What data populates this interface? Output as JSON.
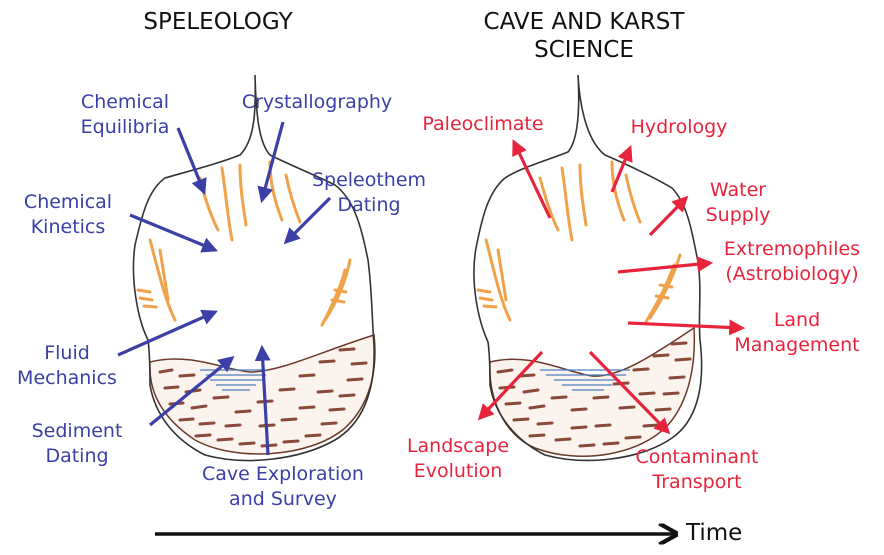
{
  "colors": {
    "speleology_text": "#3b3fa6",
    "speleology_arrows": "#3b3fa6",
    "karst_text": "#e8243c",
    "karst_arrows": "#e8243c",
    "cave_outline": "#333333",
    "speleothems": "#f0a24a",
    "sediment": "#8a4a3a",
    "water": "#4a7fc1"
  },
  "left_panel": {
    "title": "SPELEOLOGY",
    "labels": {
      "chemical_equilibria": "Chemical\nEquilibria",
      "crystallography": "Crystallography",
      "chemical_kinetics": "Chemical\nKinetics",
      "speleothem_dating": "Speleothem\nDating",
      "fluid_mechanics": "Fluid\nMechanics",
      "sediment_dating": "Sediment\nDating",
      "cave_exploration": "Cave Exploration\nand Survey"
    }
  },
  "right_panel": {
    "title": "CAVE AND KARST\nSCIENCE",
    "labels": {
      "paleoclimate": "Paleoclimate",
      "hydrology": "Hydrology",
      "water_supply": "Water\nSupply",
      "extremophiles": "Extremophiles\n(Astrobiology)",
      "land_management": "Land\nManagement",
      "landscape_evolution": "Landscape\nEvolution",
      "contaminant_transport": "Contaminant\nTransport"
    }
  },
  "timeline": {
    "label": "Time"
  }
}
